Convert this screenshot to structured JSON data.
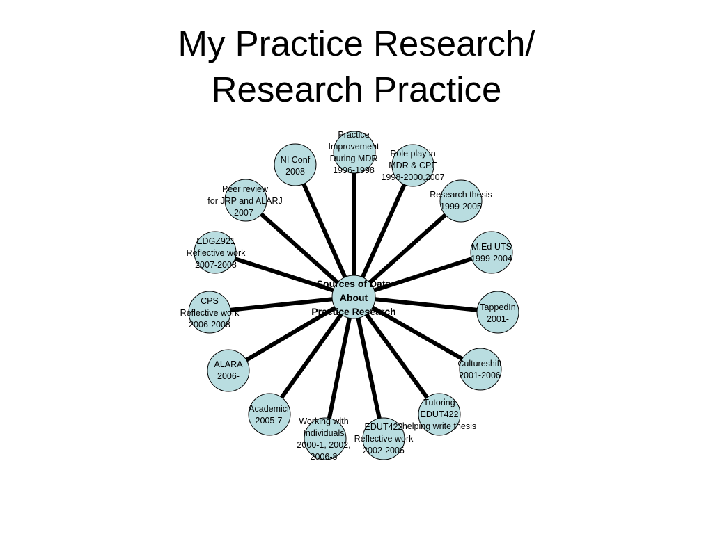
{
  "title": {
    "line1": "My Practice Research/",
    "line2": "Research Practice"
  },
  "colors": {
    "node_fill": "#b9dde0",
    "spoke": "#000000"
  },
  "hub": {
    "lines": [
      "Sources of Data",
      "About",
      "Practice Research"
    ]
  },
  "nodes": [
    {
      "id": "practice-improvement",
      "lines": [
        "Practice",
        "Improvement",
        "During MDR",
        "1996-1998"
      ]
    },
    {
      "id": "role-play",
      "lines": [
        "Role play in",
        "MDR & CPE",
        "1998-2000,2007"
      ]
    },
    {
      "id": "research-thesis",
      "lines": [
        "Research thesis",
        "1999-2005"
      ]
    },
    {
      "id": "med-uts",
      "lines": [
        "M.Ed UTS",
        "1999-2004"
      ]
    },
    {
      "id": "tappedin",
      "lines": [
        "TappedIn",
        "2001-"
      ]
    },
    {
      "id": "cultureshift",
      "lines": [
        "Cultureshift",
        "2001-2006"
      ]
    },
    {
      "id": "tutoring",
      "lines": [
        "Tutoring",
        "EDUT422",
        "helping write thesis"
      ]
    },
    {
      "id": "edut422",
      "lines": [
        "EDUT422",
        "Reflective work",
        "2002-2006"
      ]
    },
    {
      "id": "working-with-individuals",
      "lines": [
        "Working with",
        "Individuals",
        "2000-1, 2002,",
        "2006-8"
      ]
    },
    {
      "id": "academici",
      "lines": [
        "Academici",
        "2005-7"
      ]
    },
    {
      "id": "alara",
      "lines": [
        "ALARA",
        "2006-"
      ]
    },
    {
      "id": "cps",
      "lines": [
        "CPS",
        "Reflective work",
        "2006-2008"
      ]
    },
    {
      "id": "edgz921",
      "lines": [
        "EDGZ921",
        "Reflective work",
        "2007-2008"
      ]
    },
    {
      "id": "peer-review",
      "lines": [
        "Peer review",
        "for JRP and ALARJ",
        "2007-"
      ]
    },
    {
      "id": "ni-conf",
      "lines": [
        "NI Conf",
        "2008"
      ]
    }
  ]
}
